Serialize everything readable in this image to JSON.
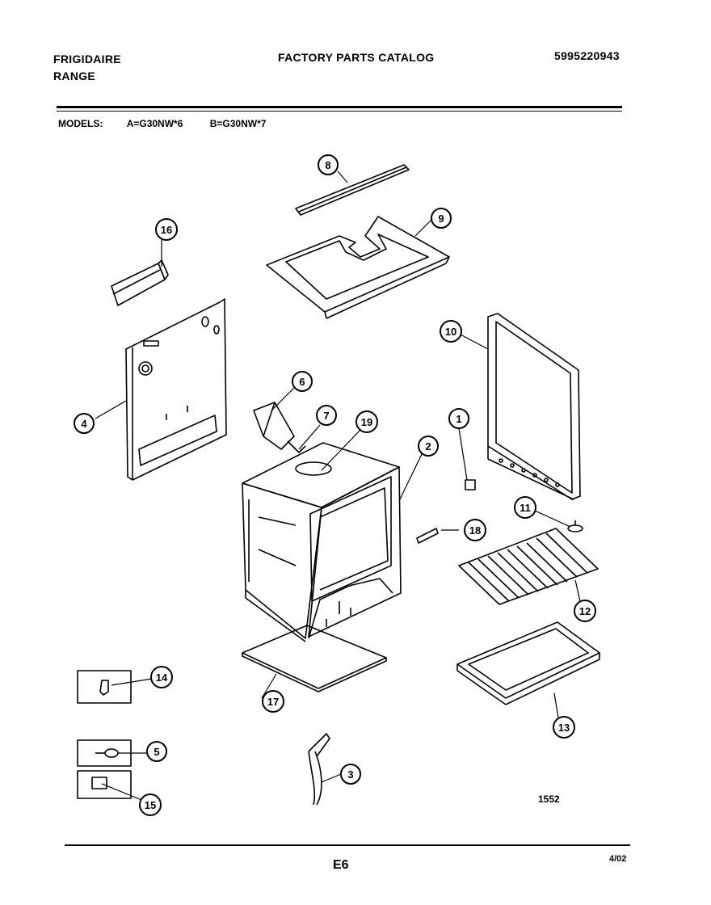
{
  "header": {
    "brand": "FRIGIDAIRE",
    "product": "RANGE",
    "title": "FACTORY PARTS CATALOG",
    "part_number": "5995220943"
  },
  "models": {
    "label": "MODELS:",
    "model_a": "A=G30NW*6",
    "model_b": "B=G30NW*7"
  },
  "diagram": {
    "drawing_number": "1552",
    "callouts": [
      "1",
      "2",
      "3",
      "4",
      "5",
      "6",
      "7",
      "8",
      "9",
      "10",
      "11",
      "12",
      "13",
      "14",
      "15",
      "16",
      "17",
      "18",
      "19"
    ]
  },
  "footer": {
    "page_code": "E6",
    "date": "4/02"
  }
}
